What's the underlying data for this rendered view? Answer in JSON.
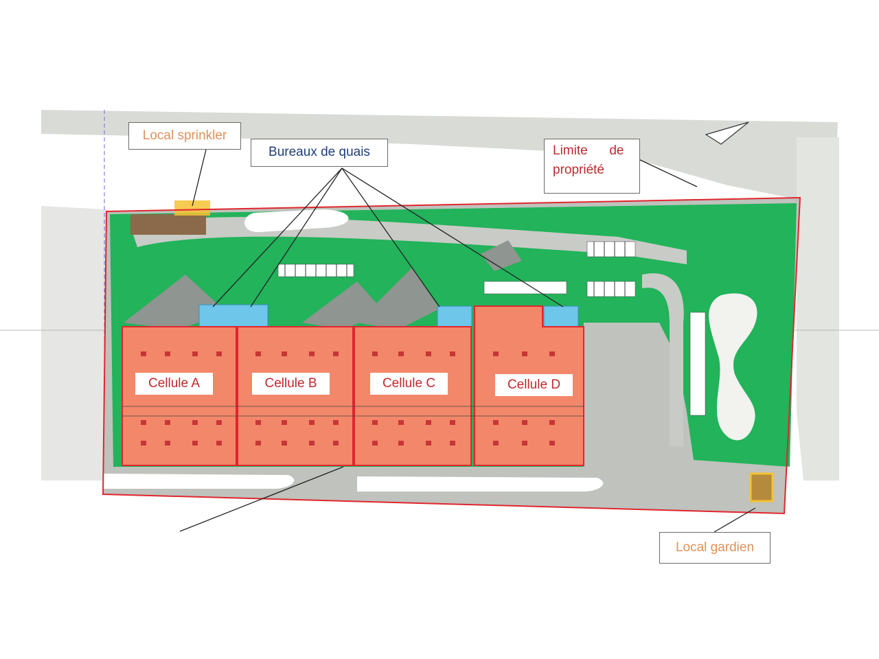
{
  "callouts": {
    "local_sprinkler": "Local sprinkler",
    "bureaux_de_quais": "Bureaux de quais",
    "limite_line1": "Limite      de",
    "limite_line2": "propriété",
    "local_gardien": "Local gardien"
  },
  "cells": {
    "a": "Cellule A",
    "b": "Cellule B",
    "c": "Cellule C",
    "d": "Cellule D"
  },
  "colors": {
    "property_line": "#e0262d",
    "cell_fill": "#f3876a",
    "green_area": "#22b35b",
    "dock_office": "#6ec6ea",
    "sprinkler_box": "#f5c232",
    "road": "#d7d9d5"
  }
}
